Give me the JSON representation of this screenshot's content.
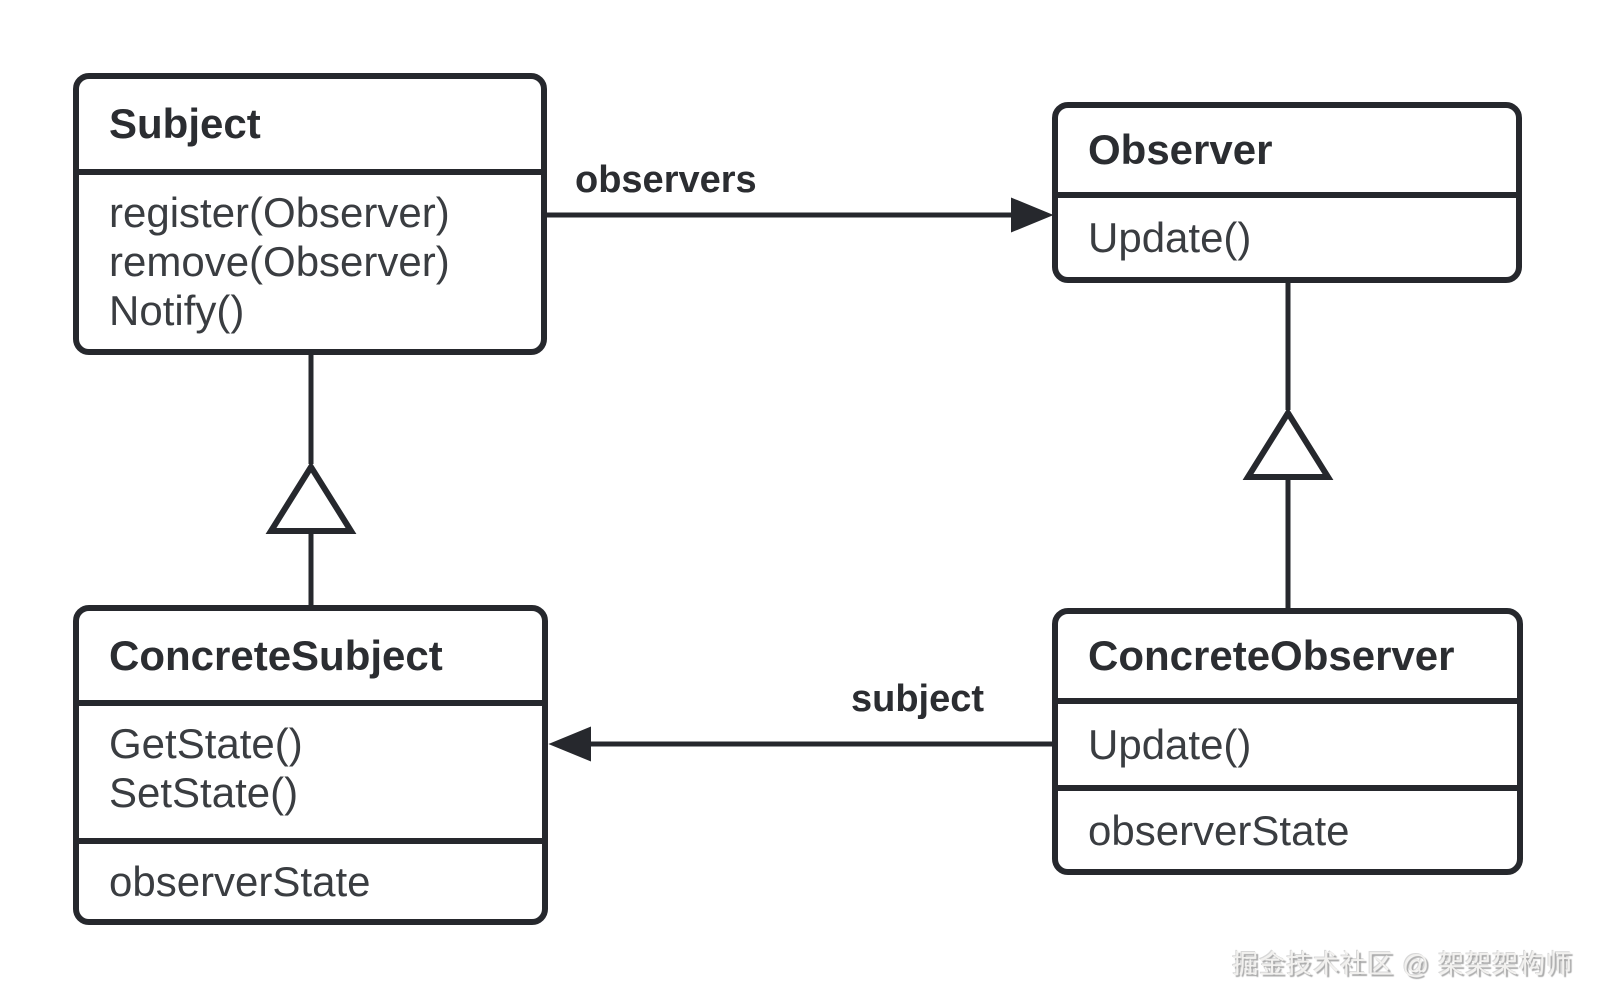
{
  "classes": {
    "subject": {
      "name": "Subject",
      "methods": [
        "register(Observer)",
        "remove(Observer)",
        "Notify()"
      ]
    },
    "observer": {
      "name": "Observer",
      "methods": [
        "Update()"
      ]
    },
    "concreteSubject": {
      "name": "ConcreteSubject",
      "methods": [
        "GetState()",
        "SetState()"
      ],
      "attributes": [
        "observerState"
      ]
    },
    "concreteObserver": {
      "name": "ConcreteObserver",
      "methods": [
        "Update()"
      ],
      "attributes": [
        "observerState"
      ]
    }
  },
  "edges": {
    "observers": {
      "label": "observers",
      "type": "association",
      "from": "Subject",
      "to": "Observer"
    },
    "subject": {
      "label": "subject",
      "type": "association",
      "from": "ConcreteObserver",
      "to": "ConcreteSubject"
    },
    "generalization_left": {
      "type": "generalization",
      "from": "ConcreteSubject",
      "to": "Subject"
    },
    "generalization_right": {
      "type": "generalization",
      "from": "ConcreteObserver",
      "to": "Observer"
    }
  },
  "watermark": {
    "text": "掘金技术社区 @ 架架架构师"
  },
  "colors": {
    "line": "#26282d",
    "title_text": "#2b2d31",
    "member_text": "#3a3d41",
    "background": "#ffffff",
    "watermark_text": "#f2f1ef"
  }
}
